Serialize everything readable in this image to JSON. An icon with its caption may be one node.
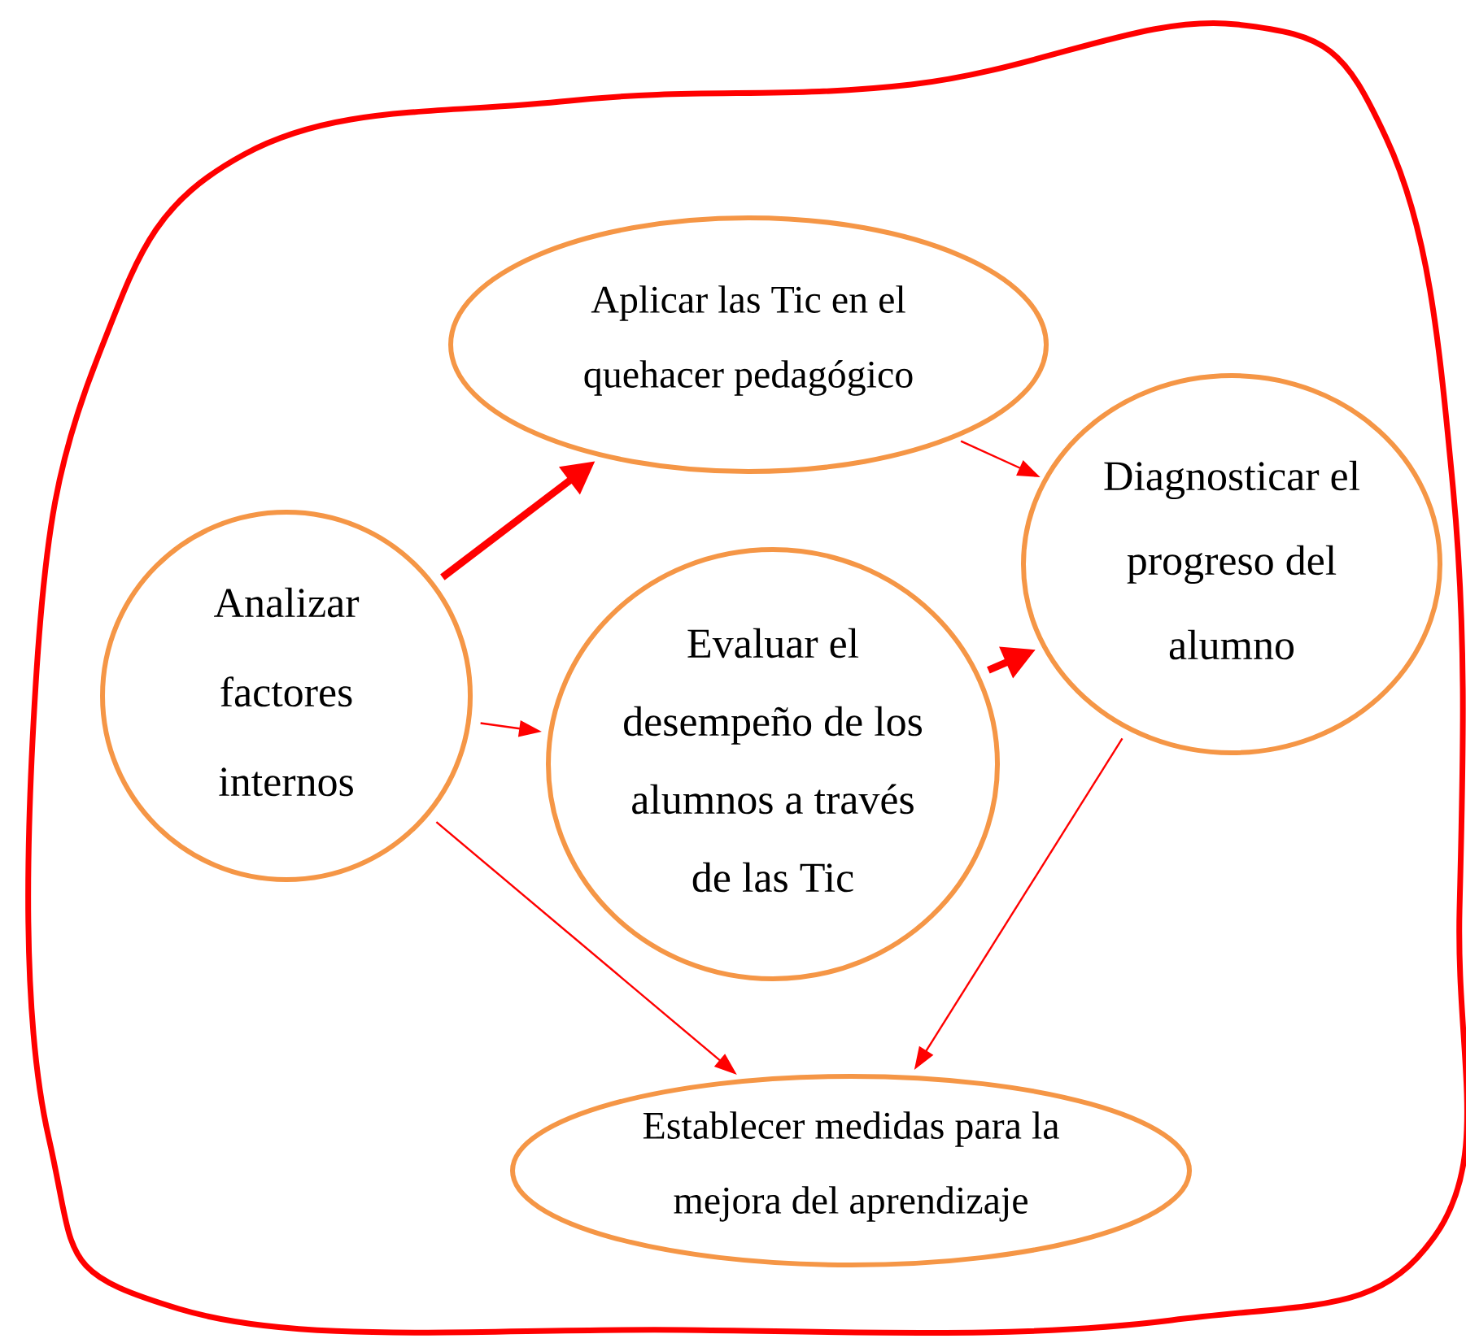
{
  "diagram": {
    "nodes": [
      {
        "text": [
          "Analizar factores internos"
        ]
      },
      {
        "text": [
          "Aplicar las Tic en el quehacer pedagógico"
        ]
      },
      {
        "text": [
          "Evaluar el desempeño de los alumnos a través de las Tic"
        ]
      },
      {
        "text": [
          "Diagnosticar el progreso del alumno"
        ]
      },
      {
        "text": [
          "Establecer medidas para la mejora del aprendizaje"
        ]
      }
    ],
    "edges": [
      {
        "from": 0,
        "to": 1,
        "arrow": "to",
        "style": "thick"
      },
      {
        "from": 0,
        "to": 2,
        "arrow": "to"
      },
      {
        "from": 1,
        "to": 3,
        "arrow": "to"
      },
      {
        "from": 2,
        "to": 3,
        "arrow": "to",
        "style": "thick"
      },
      {
        "from": 3,
        "to": 4,
        "arrow": "to"
      },
      {
        "from": 0,
        "to": 4,
        "arrow": "to"
      }
    ]
  }
}
